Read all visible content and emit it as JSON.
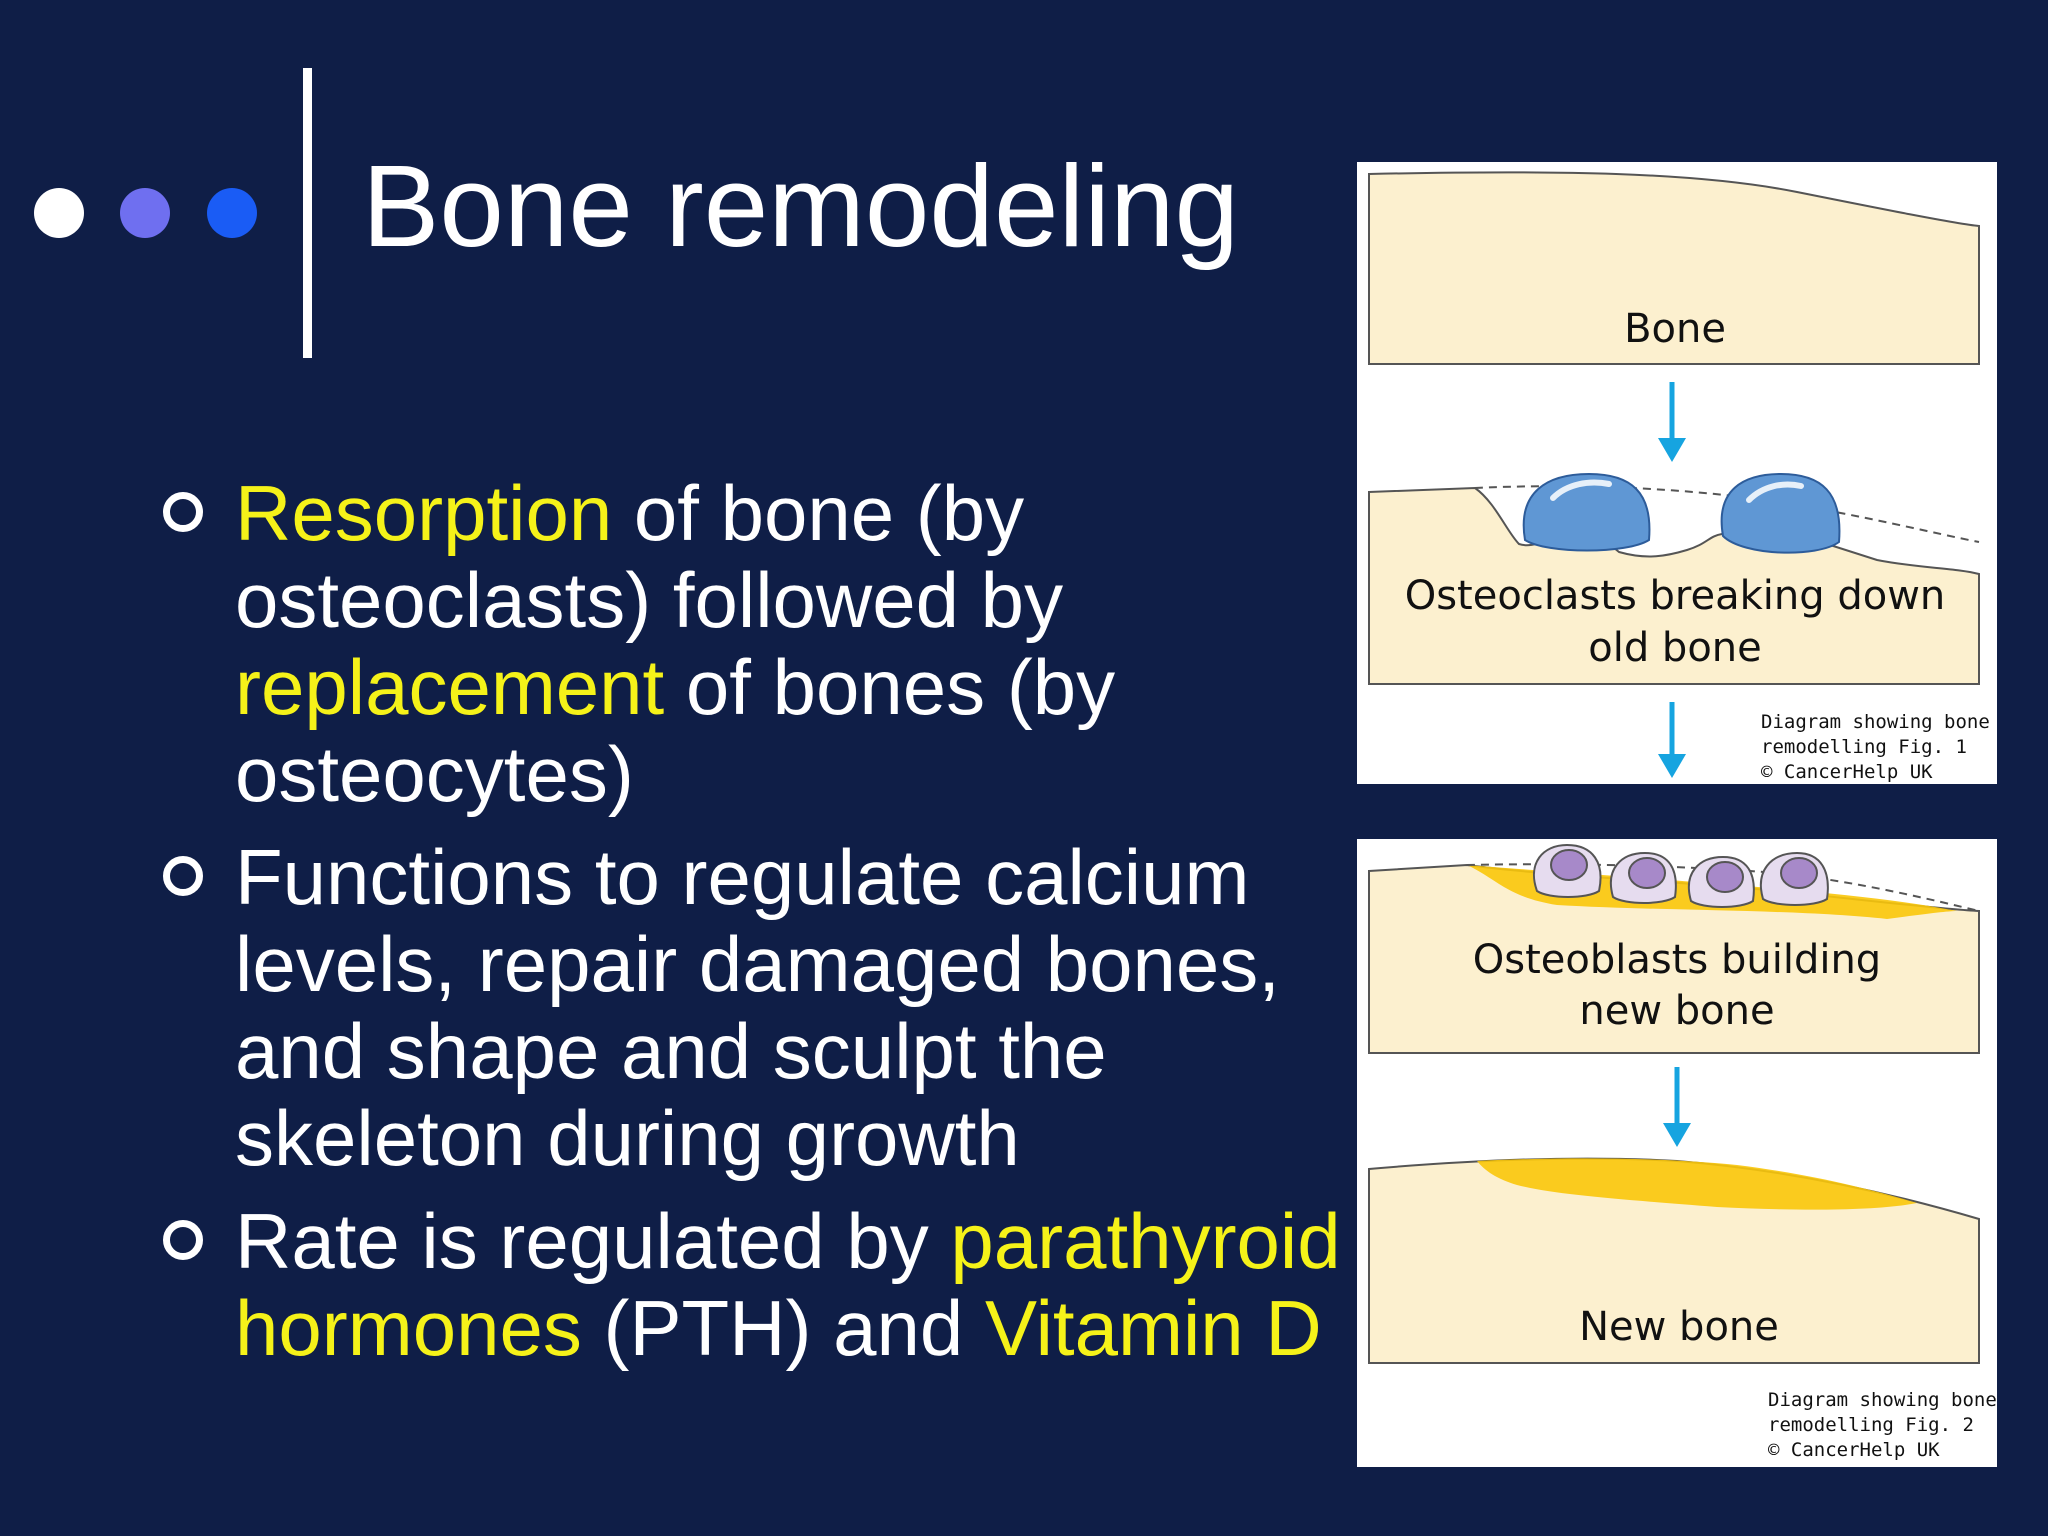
{
  "slide": {
    "title": "Bone remodeling",
    "colors": {
      "background": "#0f1e47",
      "text": "#ffffff",
      "highlight": "#f5f219"
    },
    "decor_dots": [
      {
        "name": "dot-white",
        "color": "#ffffff"
      },
      {
        "name": "dot-lavender",
        "color": "#6f6ff0"
      },
      {
        "name": "dot-blue",
        "color": "#1a5cf5"
      }
    ]
  },
  "bullets": [
    {
      "segments": [
        {
          "text": "Resorption",
          "highlight": true
        },
        {
          "text": " of bone (by osteoclasts) followed by ",
          "highlight": false
        },
        {
          "text": "replacement",
          "highlight": true
        },
        {
          "text": " of bones (by osteocytes)",
          "highlight": false
        }
      ]
    },
    {
      "segments": [
        {
          "text": "Functions to regulate calcium levels, repair damaged bones, and shape and sculpt the skeleton during growth",
          "highlight": false
        }
      ]
    },
    {
      "segments": [
        {
          "text": "Rate is regulated by ",
          "highlight": false
        },
        {
          "text": "parathyroid hormones",
          "highlight": true
        },
        {
          "text": " (PTH) and ",
          "highlight": false
        },
        {
          "text": "Vitamin D",
          "highlight": true
        }
      ]
    }
  ],
  "diagrams": [
    {
      "labels": {
        "bone": "Bone",
        "osteoclasts_line1": "Osteoclasts breaking down",
        "osteoclasts_line2": "old bone"
      },
      "caption": [
        "Diagram showing bone",
        "remodelling Fig. 1",
        "© CancerHelp UK"
      ]
    },
    {
      "labels": {
        "osteoblasts_line1": "Osteoblasts building",
        "osteoblasts_line2": "new bone",
        "new_bone": "New bone"
      },
      "caption": [
        "Diagram showing bone",
        "remodelling Fig. 2",
        "© CancerHelp UK"
      ]
    }
  ],
  "diagram_colors": {
    "bone_fill": "#fcf0cf",
    "arrow": "#16a4e0",
    "osteoclast": "#5f97d4",
    "osteoblast": "#a789c9",
    "new_bone": "#f9c70a"
  }
}
